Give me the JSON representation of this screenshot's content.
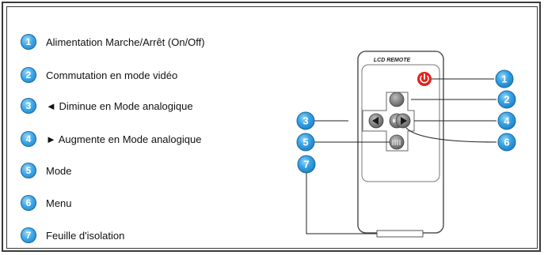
{
  "legend": [
    {
      "number": "1",
      "text": "Alimentation Marche/Arrêt (On/Off)"
    },
    {
      "number": "2",
      "text": "Commutation en mode vidéo"
    },
    {
      "number": "3",
      "text": "◄ Diminue en Mode analogique"
    },
    {
      "number": "4",
      "text": "► Augmente en Mode analogique"
    },
    {
      "number": "5",
      "text": "Mode"
    },
    {
      "number": "6",
      "text": "Menu"
    },
    {
      "number": "7",
      "text": "Feuille d'isolation"
    }
  ],
  "remote": {
    "title": "LCD  REMOTE",
    "callouts": [
      "1",
      "2",
      "3",
      "4",
      "5",
      "6",
      "7"
    ]
  },
  "colors": {
    "badge": "#3aa5e6",
    "power": "#e0231b",
    "frame": "#3a3a3a"
  },
  "icons": {
    "power": "power-icon",
    "left": "left-arrow-icon",
    "right": "right-arrow-icon",
    "mode": "mode-icon",
    "menu": "menu-icon"
  }
}
